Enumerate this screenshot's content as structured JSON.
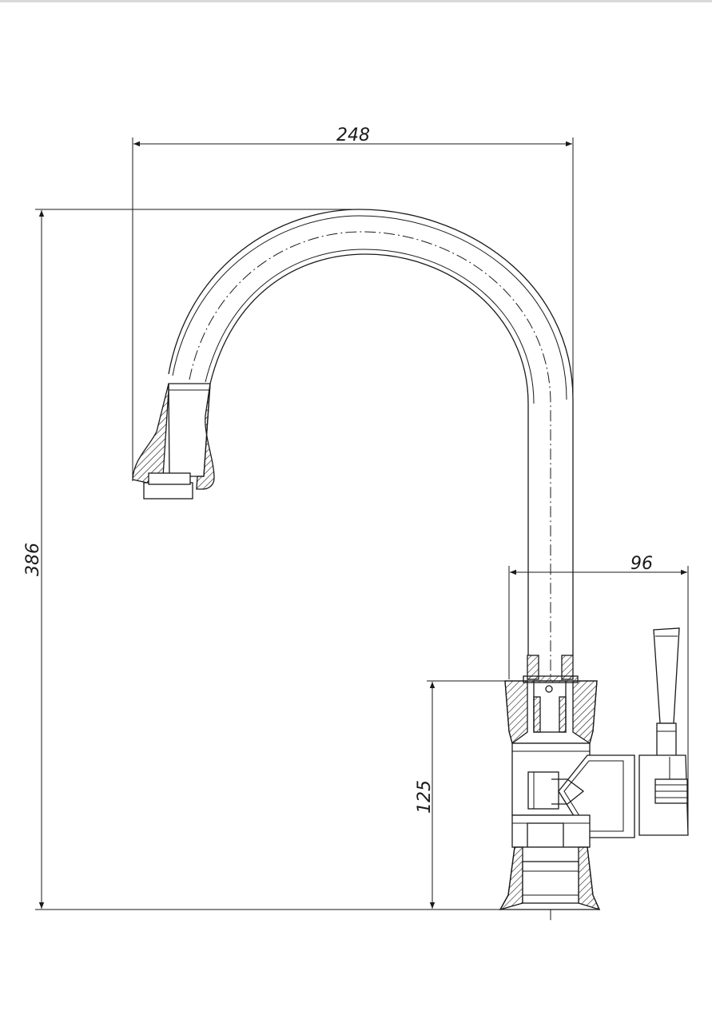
{
  "dimensions": {
    "width_label": "248",
    "height_label": "386",
    "body_height_label": "125",
    "handle_reach_label": "96"
  },
  "colors": {
    "line": "#1a1a1a",
    "background": "#ffffff"
  }
}
